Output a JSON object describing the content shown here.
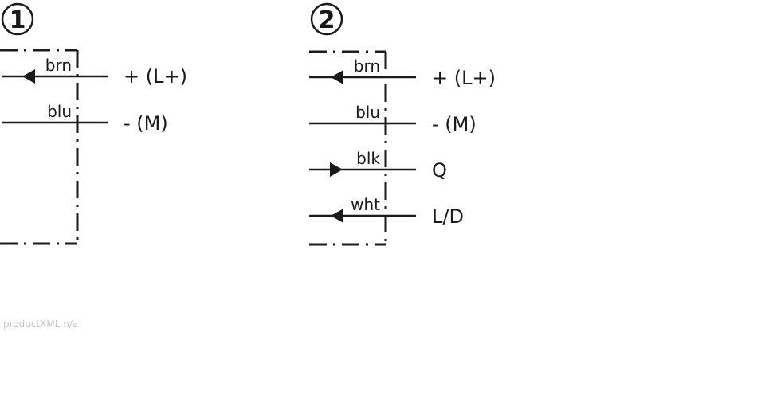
{
  "diagram_1": {
    "number": "1",
    "wires": [
      {
        "color_code": "brn",
        "signal": "+ (L+)",
        "arrow": "left"
      },
      {
        "color_code": "blu",
        "signal": "- (M)",
        "arrow": "none"
      }
    ]
  },
  "diagram_2": {
    "number": "2",
    "wires": [
      {
        "color_code": "brn",
        "signal": "+ (L+)",
        "arrow": "left"
      },
      {
        "color_code": "blu",
        "signal": "- (M)",
        "arrow": "none"
      },
      {
        "color_code": "blk",
        "signal": "Q",
        "arrow": "right"
      },
      {
        "color_code": "wht",
        "signal": "L/D",
        "arrow": "left"
      }
    ]
  },
  "footer": {
    "text": "productXML n/a"
  }
}
